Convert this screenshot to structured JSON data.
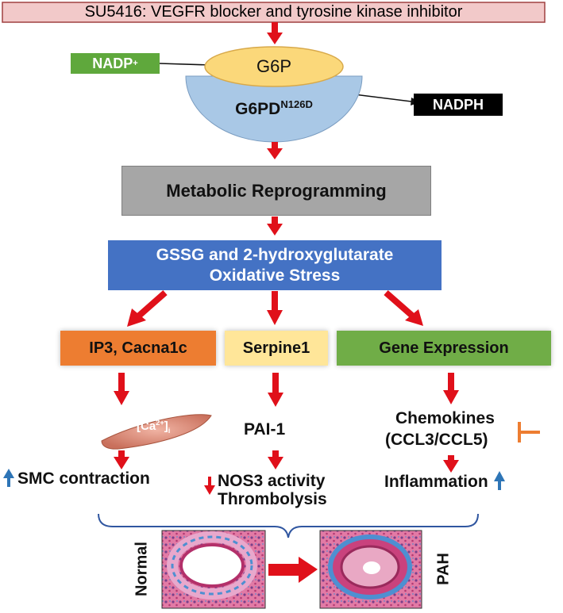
{
  "header": {
    "title": "SU5416: VEGFR blocker and tyrosine kinase inhibitor"
  },
  "top": {
    "nadp_label": "NADP",
    "nadp_sup": "+",
    "g6p_label": "G6P",
    "g6pd_label": "G6PD",
    "g6pd_sup": "N126D",
    "nadph_label": "NADPH"
  },
  "metabolic": {
    "label": "Metabolic Reprogramming"
  },
  "stress": {
    "line1": "GSSG and 2-hydroxyglutarate",
    "line2": "Oxidative Stress"
  },
  "branches": [
    {
      "label": "IP3, Cacna1c"
    },
    {
      "label": "Serpine1"
    },
    {
      "label": "Gene Expression"
    }
  ],
  "left": {
    "cell_label": "[Ca",
    "cell_sup": "2+",
    "cell_close": "]",
    "cell_sub": "i",
    "outcome": "SMC contraction"
  },
  "middle": {
    "pai": "PAI-1",
    "outcome1": "NOS3 activity",
    "outcome2": "Thrombolysis"
  },
  "right": {
    "chemokines1": "Chemokines",
    "chemokines2": "(CCL3/CCL5)",
    "outcome": "Inflammation"
  },
  "bottom": {
    "normal_label": "Normal",
    "pah_label": "PAH"
  },
  "colors": {
    "header_bg": "#f2c9c9",
    "arrow_red": "#e0101a",
    "nadp_green": "#5fa83c",
    "g6p_yellow": "#fbd87a",
    "g6pd_blue": "#a9c8e6",
    "metabolic_gray": "#a6a6a6",
    "stress_blue": "#4472c4",
    "ip3_orange": "#ed7d31",
    "serpine_yellow": "#ffe699",
    "gene_green": "#70ad47",
    "up_blue": "#2e75b6",
    "inhibit_orange": "#ed7d31",
    "cell_fill": "#d98a78",
    "tissue_pink": "#d94f86"
  }
}
